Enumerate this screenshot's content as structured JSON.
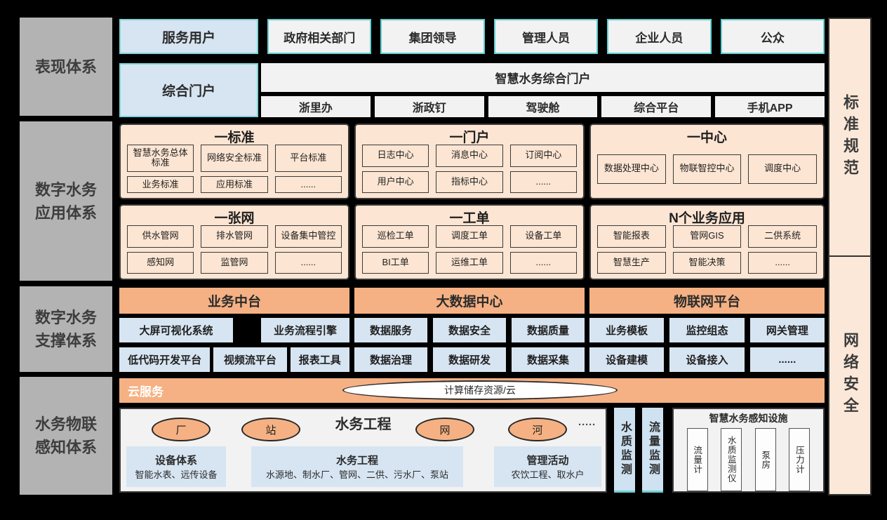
{
  "rail_left": {
    "sections": [
      "表现体系",
      "数字水务\n应用体系",
      "数字水务\n支撑体系",
      "水务物联\n感知体系"
    ]
  },
  "rail_right": {
    "top": "标准规范",
    "bottom": "网络安全"
  },
  "presentation": {
    "service_users": "服务用户",
    "users": [
      "政府相关部门",
      "集团领导",
      "管理人员",
      "企业人员",
      "公众"
    ],
    "portal": "综合门户",
    "banner": "智慧水务综合门户",
    "channels": [
      "浙里办",
      "浙政钉",
      "驾驶舱",
      "综合平台",
      "手机APP"
    ]
  },
  "application": {
    "groups": [
      {
        "title": "一标准",
        "items": [
          "智慧水务总体标准",
          "网络安全标准",
          "平台标准",
          "业务标准",
          "应用标准",
          "......"
        ]
      },
      {
        "title": "一门户",
        "items": [
          "日志中心",
          "消息中心",
          "订阅中心",
          "用户中心",
          "指标中心",
          "......"
        ]
      },
      {
        "title": "一中心",
        "items": [
          "数据处理中心",
          "物联智控中心",
          "调度中心"
        ]
      },
      {
        "title": "一张网",
        "items": [
          "供水管网",
          "排水管网",
          "设备集中管控",
          "感知网",
          "监管网",
          "......"
        ]
      },
      {
        "title": "一工单",
        "items": [
          "巡检工单",
          "调度工单",
          "设备工单",
          "BI工单",
          "运维工单",
          "......"
        ]
      },
      {
        "title": "N个业务应用",
        "items": [
          "智能报表",
          "管网GIS",
          "二供系统",
          "智慧生产",
          "智能决策",
          "......"
        ]
      }
    ]
  },
  "support": {
    "platforms": [
      {
        "title": "业务中台",
        "row1": [
          "大屏可视化系统",
          "业务流程引擎"
        ],
        "row2": [
          "低代码开发平台",
          "视频流平台",
          "报表工具"
        ]
      },
      {
        "title": "大数据中心",
        "row1": [
          "数据服务",
          "数据安全",
          "数据质量"
        ],
        "row2": [
          "数据治理",
          "数据研发",
          "数据采集"
        ]
      },
      {
        "title": "物联网平台",
        "row1": [
          "业务模板",
          "监控组态",
          "网关管理"
        ],
        "row2": [
          "设备建模",
          "设备接入",
          "......"
        ]
      }
    ]
  },
  "perception": {
    "cloud_label": "云服务",
    "cloud_ellipse": "计算储存资源/云",
    "facility": {
      "title": "水务工程",
      "nodes": [
        "厂",
        "站",
        "网",
        "河"
      ],
      "more": "·····",
      "groups": [
        {
          "title": "设备体系",
          "subtitle": "智能水表、远传设备"
        },
        {
          "title": "水务工程",
          "subtitle": "水源地、制水厂、管网、二供、污水厂、泵站"
        },
        {
          "title": "管理活动",
          "subtitle": "农饮工程、取水户"
        }
      ]
    },
    "monitors": [
      "水质监测",
      "流量监测"
    ],
    "sensing": {
      "title": "智慧水务感知设施",
      "devices": [
        "流量计",
        "水质监测仪",
        "泵房",
        "压力计"
      ]
    }
  },
  "colors": {
    "background": "#000000",
    "rail_gray": "#b3b3b3",
    "accent_teal": "#5fd0d2",
    "light_blue": "#d7e5f2",
    "peach_light": "#fce5d2",
    "peach_rail": "#fce8d8",
    "orange": "#f5b183",
    "panel": "#f2f2f2"
  }
}
